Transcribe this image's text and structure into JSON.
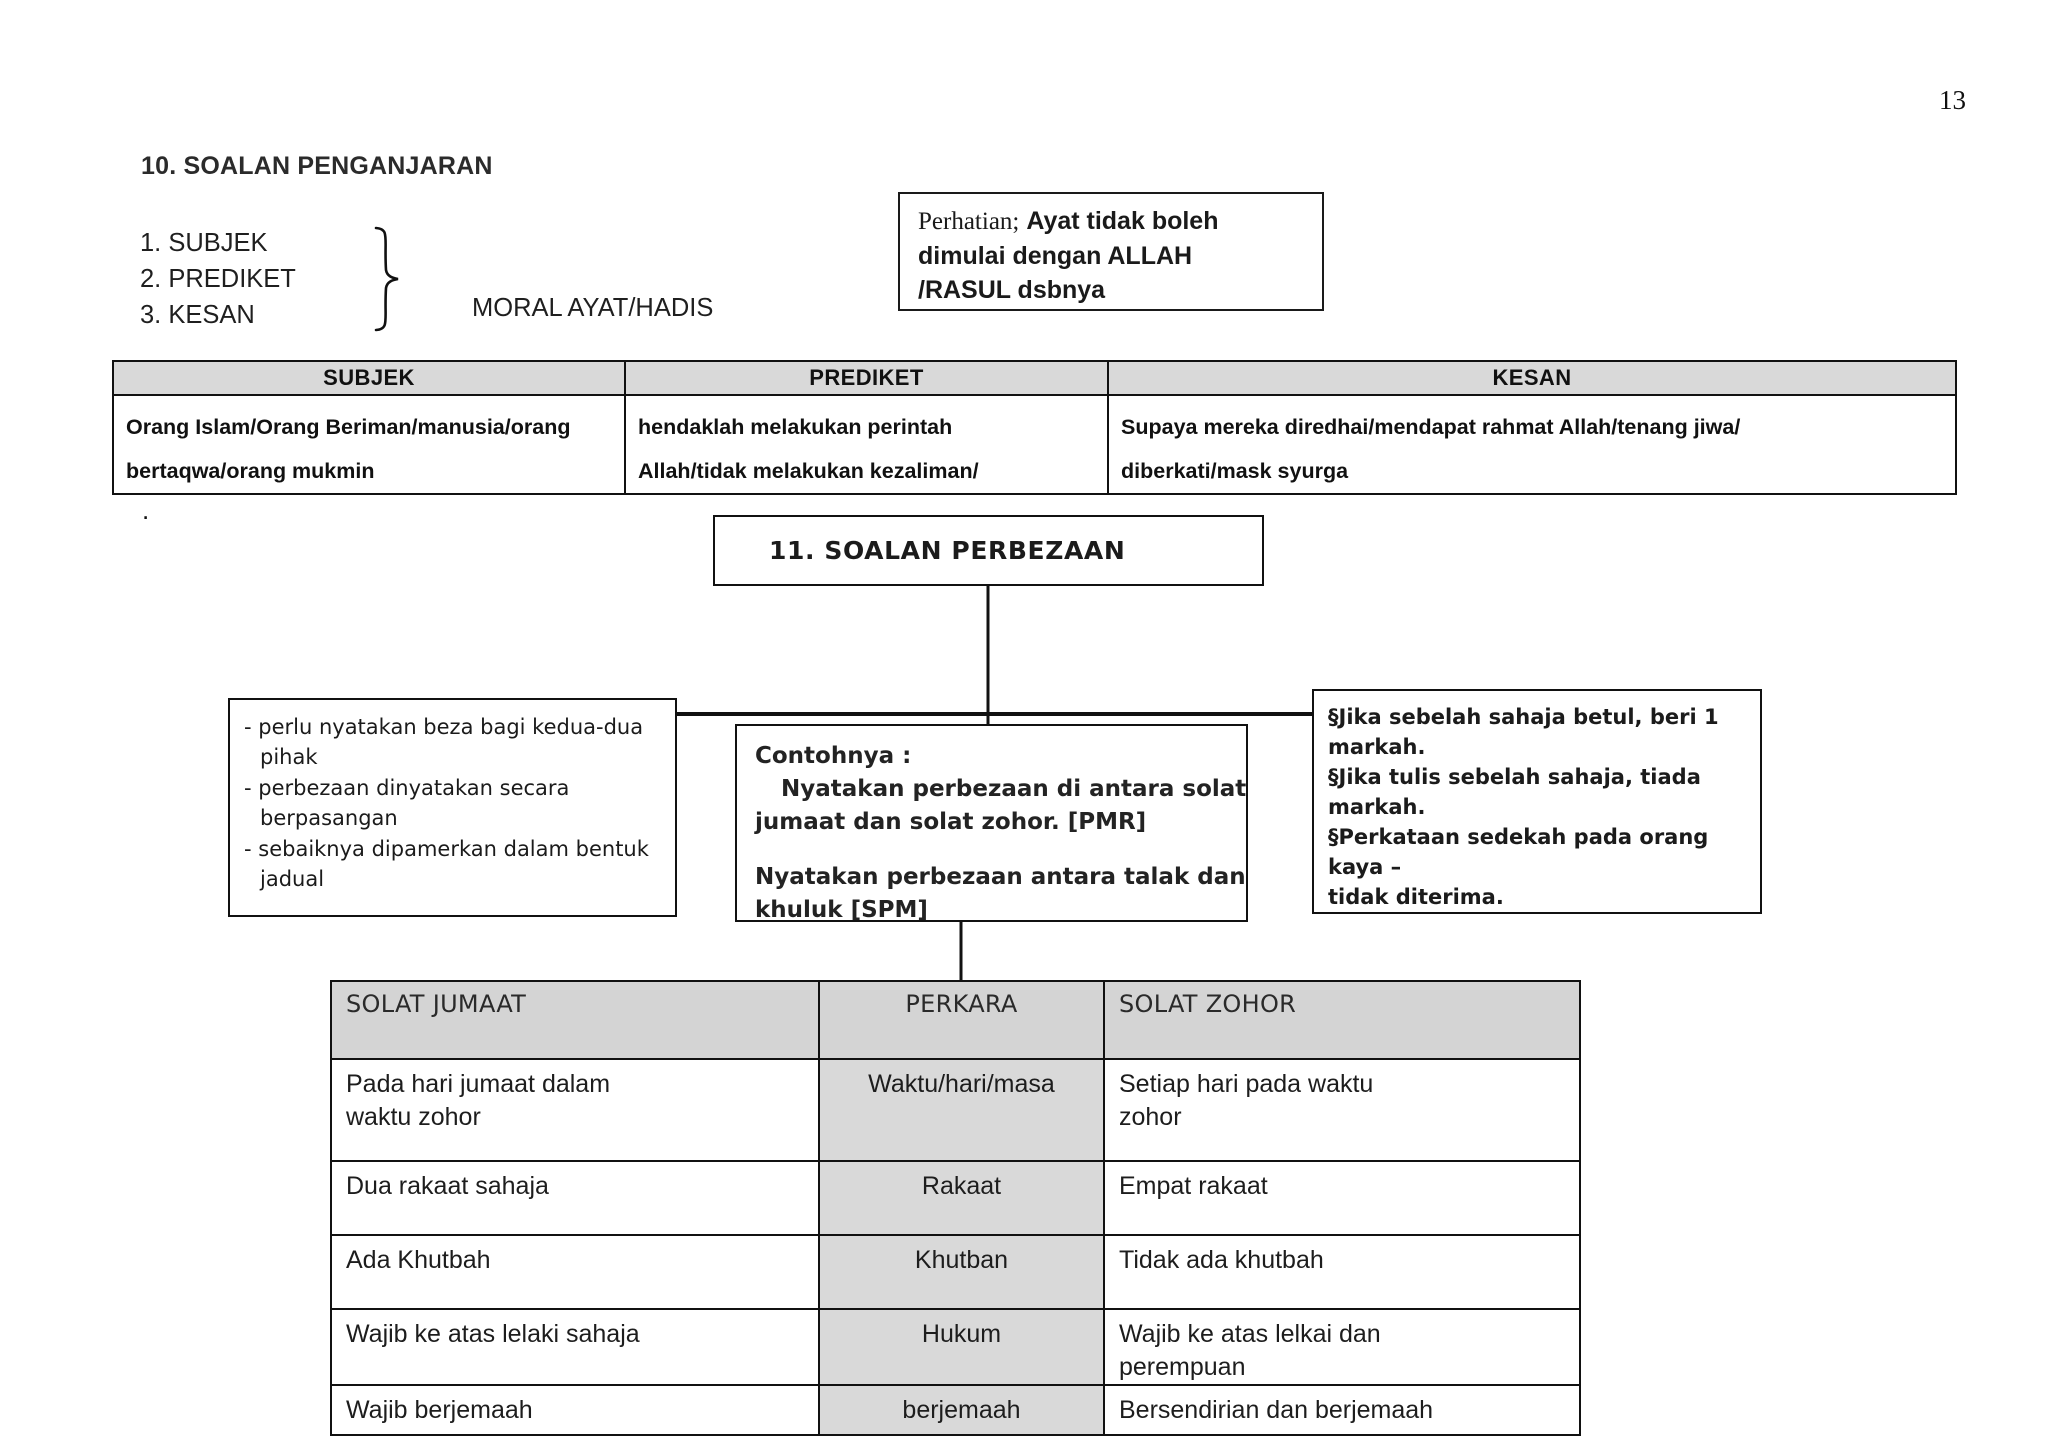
{
  "page": {
    "number": "13"
  },
  "section10": {
    "heading": "10. SOALAN PENGANJARAN",
    "list": [
      "1. SUBJEK",
      "2. PREDIKET",
      "3. KESAN"
    ],
    "moral_label": "MORAL AYAT/HADIS",
    "note_box": {
      "prefix": "Perhatian;",
      "line1_bold": "Ayat tidak boleh",
      "line2_bold": "dimulai dengan ALLAH",
      "line3_bold": "/RASUL dsbnya"
    },
    "table": {
      "headers": [
        "SUBJEK",
        "PREDIKET",
        "KESAN"
      ],
      "rows": [
        {
          "subjek": [
            "Orang Islam/Orang  Beriman/manusia/orang",
            "bertaqwa/orang mukmin"
          ],
          "prediket": [
            "hendaklah melakukan perintah",
            "Allah/tidak melakukan kezaliman/"
          ],
          "kesan": [
            "Supaya mereka diredhai/mendapat rahmat Allah/tenang jiwa/",
            "diberkati/mask syurga"
          ]
        }
      ]
    }
  },
  "stray_period": ".",
  "section11": {
    "title": "11. SOALAN PERBEZAAN",
    "rules_box": [
      {
        "bullet": "- perlu nyatakan beza bagi kedua-dua",
        "cont": "pihak"
      },
      {
        "bullet": "- perbezaan dinyatakan secara",
        "cont": "berpasangan"
      },
      {
        "bullet": "- sebaiknya dipamerkan dalam bentuk",
        "cont": "jadual"
      }
    ],
    "example_box": {
      "label": "Contohnya :",
      "line1": "Nyatakan perbezaan di antara solat",
      "line2": "jumaat dan solat zohor. [PMR]",
      "line3": "Nyatakan perbezaan antara talak dan",
      "line4": "khuluk [SPM]"
    },
    "marking_box": [
      "§Jika sebelah sahaja betul, beri 1",
      "markah.",
      "§Jika tulis sebelah sahaja, tiada",
      "markah.",
      "§Perkataan sedekah pada orang kaya –",
      "tidak diterima."
    ],
    "compare_table": {
      "headers": [
        "SOLAT JUMAAT",
        "PERKARA",
        "SOLAT ZOHOR"
      ],
      "rows": [
        {
          "left": [
            "Pada hari jumaat dalam",
            "waktu zohor"
          ],
          "middle": "Waktu/hari/masa",
          "right": [
            "Setiap hari pada waktu",
            "zohor"
          ]
        },
        {
          "left": [
            "Dua rakaat sahaja"
          ],
          "middle": "Rakaat",
          "right": [
            "Empat rakaat"
          ]
        },
        {
          "left": [
            "Ada Khutbah"
          ],
          "middle": "Khutban",
          "right": [
            "Tidak ada khutbah"
          ]
        },
        {
          "left": [
            "Wajib ke atas lelaki sahaja"
          ],
          "middle": "Hukum",
          "right": [
            "Wajib ke atas lelkai dan",
            "perempuan"
          ]
        },
        {
          "left": [
            "Wajib berjemaah"
          ],
          "middle": "berjemaah",
          "right": [
            "Bersendirian dan berjemaah"
          ]
        }
      ]
    }
  },
  "colors": {
    "ink": "#111111",
    "header_fill": "#d9d9d9",
    "table_header_fill": "#d4d4d4"
  }
}
